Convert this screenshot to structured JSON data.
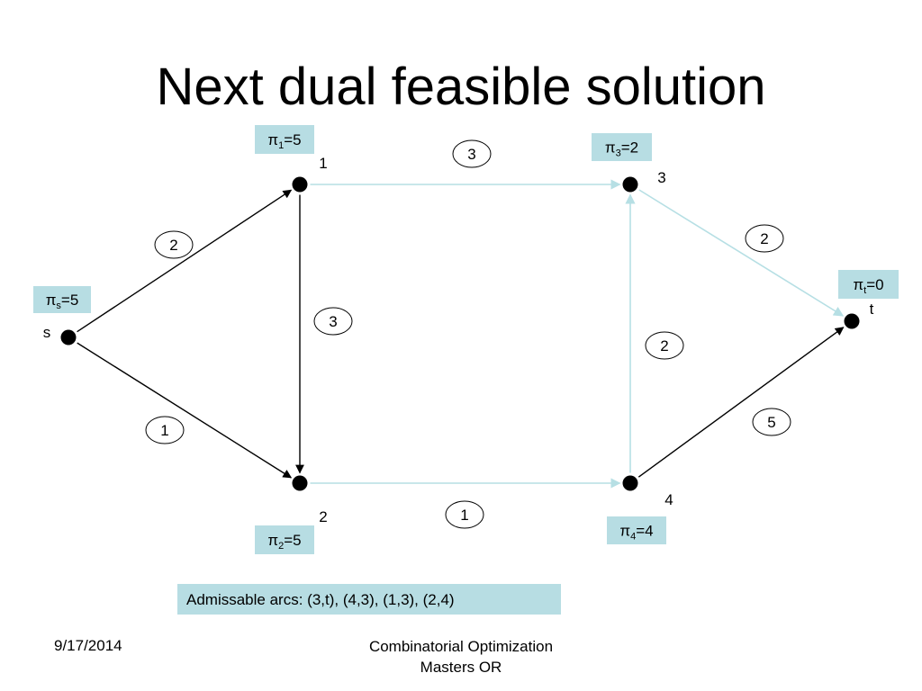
{
  "title": "Next dual feasible solution",
  "colors": {
    "admissible_arc": "#b6dfe4",
    "regular_arc": "#000000",
    "label_fill": "#b7dde3",
    "node": "#000000"
  },
  "nodes": [
    {
      "id": "s",
      "label": "s",
      "potential_sub": "s",
      "potential_value": "5"
    },
    {
      "id": "1",
      "label": "1",
      "potential_sub": "1",
      "potential_value": "5"
    },
    {
      "id": "2",
      "label": "2",
      "potential_sub": "2",
      "potential_value": "5"
    },
    {
      "id": "3",
      "label": "3",
      "potential_sub": "3",
      "potential_value": "2"
    },
    {
      "id": "4",
      "label": "4",
      "potential_sub": "4",
      "potential_value": "4"
    },
    {
      "id": "t",
      "label": "t",
      "potential_sub": "t",
      "potential_value": "0"
    }
  ],
  "potential_symbol": "π",
  "edges": [
    {
      "from": "s",
      "to": "1",
      "cost": "2",
      "admissible": false
    },
    {
      "from": "s",
      "to": "2",
      "cost": "1",
      "admissible": false
    },
    {
      "from": "1",
      "to": "2",
      "cost": "3",
      "admissible": false
    },
    {
      "from": "1",
      "to": "3",
      "cost": "3",
      "admissible": true
    },
    {
      "from": "2",
      "to": "4",
      "cost": "1",
      "admissible": true
    },
    {
      "from": "4",
      "to": "3",
      "cost": "2",
      "admissible": true
    },
    {
      "from": "3",
      "to": "t",
      "cost": "2",
      "admissible": true
    },
    {
      "from": "4",
      "to": "t",
      "cost": "5",
      "admissible": false
    }
  ],
  "admissible_text": "Admissable arcs: (3,t), (4,3), (1,3), (2,4)",
  "footer": {
    "date": "9/17/2014",
    "course_line1": "Combinatorial Optimization",
    "course_line2": "Masters OR"
  }
}
